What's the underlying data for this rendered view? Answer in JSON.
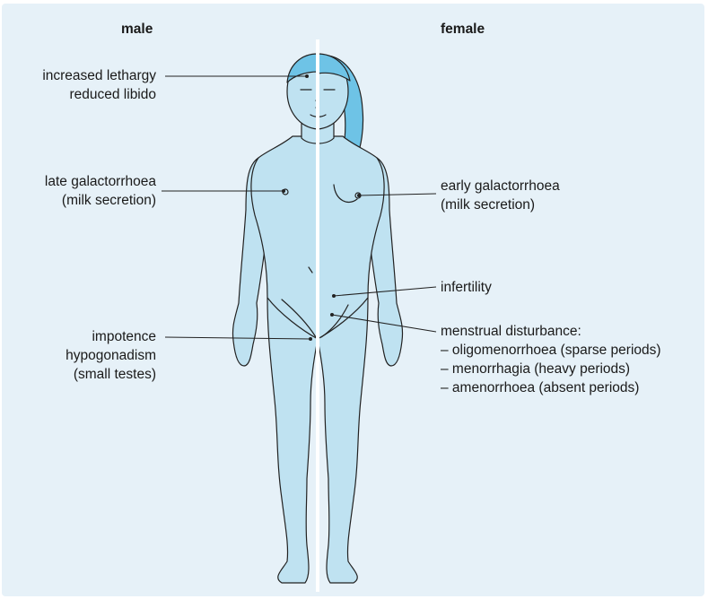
{
  "headings": {
    "male": "male",
    "female": "female"
  },
  "labels": {
    "lethargy": {
      "line1": "increased lethargy",
      "line2": "reduced libido"
    },
    "late_galac": {
      "line1": "late galactorrhoea",
      "line2": "(milk secretion)"
    },
    "impotence": {
      "line1": "impotence",
      "line2": "hypogonadism",
      "line3": "(small testes)"
    },
    "early_galac": {
      "line1": "early galactorrhoea",
      "line2": "(milk secretion)"
    },
    "infertility": {
      "line1": "infertility"
    },
    "menstrual": {
      "line1": "menstrual disturbance:",
      "line2": "– oligomenorrhoea (sparse periods)",
      "line3": "– menorrhagia (heavy periods)",
      "line4": "– amenorrhoea (absent periods)"
    }
  },
  "colors": {
    "background": "#e6f1f8",
    "body_fill": "#bfe2f1",
    "hair_fill": "#6ec3e6",
    "outline": "#222222",
    "divider": "#ffffff"
  }
}
